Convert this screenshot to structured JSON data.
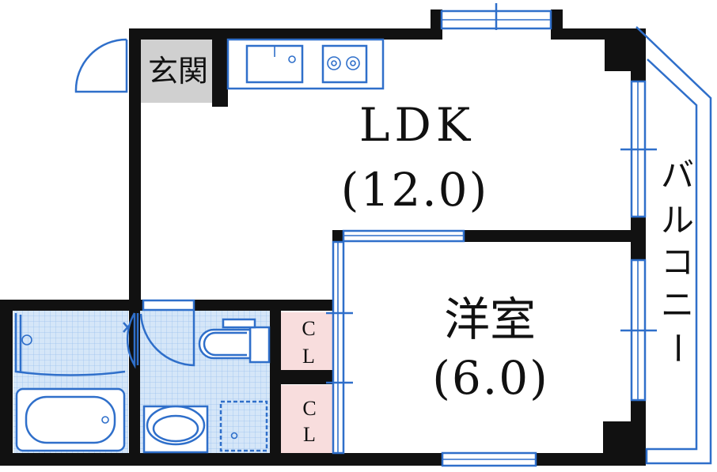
{
  "rooms": {
    "entrance": "玄関",
    "ldk": {
      "name": "LDK",
      "size": "(12.0)"
    },
    "western": {
      "name": "洋室",
      "size": "(6.0)"
    },
    "balcony": [
      "バ",
      "ル",
      "コ",
      "ニ",
      "ー"
    ],
    "closet_upper": [
      "C",
      "L"
    ],
    "closet_lower": [
      "C",
      "L"
    ]
  },
  "colors": {
    "wall": "#111111",
    "fixture_line": "#2f6fca",
    "tile_area": "#d5e6f8",
    "closet_area": "#f8dddd",
    "entrance_floor": "#d0d0d0"
  },
  "icons": {
    "sink": "sink-icon",
    "stove": "gas-stove-icon",
    "toilet": "toilet-icon",
    "bathtub": "bathtub-icon",
    "wash_basin": "wash-basin-icon",
    "washer": "washing-machine-icon"
  }
}
